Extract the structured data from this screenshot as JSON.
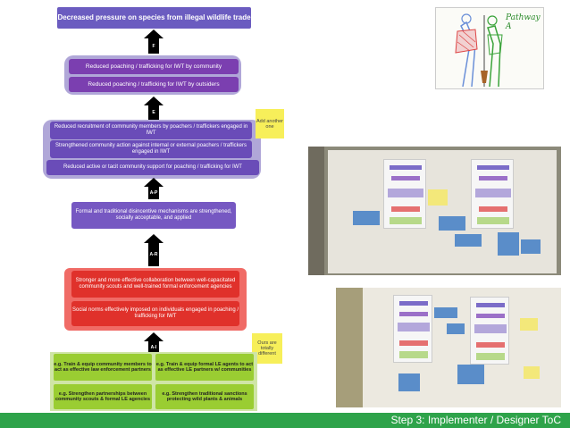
{
  "diagram": {
    "goal": "Decreased pressure on species from illegal wildlife trade",
    "arrows": {
      "f": "F",
      "e": "E",
      "ap": "A-P",
      "ar": "A-R",
      "ai": "A-I"
    },
    "community_outcomes": [
      "Reduced poaching / trafficking for IWT by community",
      "Reduced poaching / trafficking for IWT by outsiders"
    ],
    "engagement_outcomes": [
      "Reduced recruitment of community members by poachers / traffickers engaged in IWT",
      "Strengthened community action against internal or external poachers / traffickers engaged in IWT",
      "Reduced active or tacit community support for poaching / trafficking for IWT"
    ],
    "disincentive": "Formal and traditional disincentive mechanisms are strengthened, socially acceptable, and applied",
    "red_outcomes": [
      "Stronger and more effective collaboration between well-capacitated community scouts and well-trained formal enforcement agencies",
      "Social norms effectively imposed on individuals engaged in poaching / trafficking for IWT"
    ],
    "actions": [
      "e.g. Train & equip community members to act as effective law enforcement partners",
      "e.g. Train & equip formal LE agents to act as effective LE partners w/ communities",
      "e.g. Strengthen partnerships between community scouts & formal LE agencies",
      "e.g. Strengthen traditional sanctions protecting wild plants & animals"
    ]
  },
  "notes": {
    "add_another": "Add another one",
    "ours_different": "Ours are totally different"
  },
  "sketch": {
    "label": "Pathway A"
  },
  "footer": {
    "title": "Step 3: Implementer / Designer ToC",
    "color": "#2ea34a"
  }
}
